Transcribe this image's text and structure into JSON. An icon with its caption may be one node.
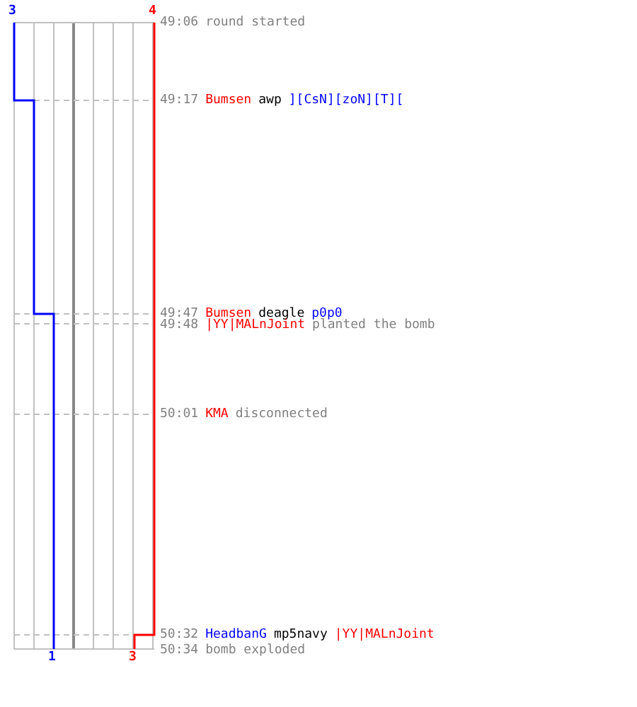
{
  "diagram": {
    "labels": [
      "3",
      "4",
      "49:06",
      "round started",
      "49:17",
      "Bumsen",
      "awp",
      "][CsN][zoN][T][",
      "49:47",
      "Bumsen",
      "deagle",
      "p0p0",
      "49:48",
      "|YY|MALnJoint",
      "planted the bomb",
      "50:01",
      "KMA",
      "disconnected",
      "50:32",
      "HeadbanG",
      "mp5navy",
      "|YY|MALnJoint",
      "50:34",
      "bomb exploded",
      "1",
      "3"
    ]
  }
}
